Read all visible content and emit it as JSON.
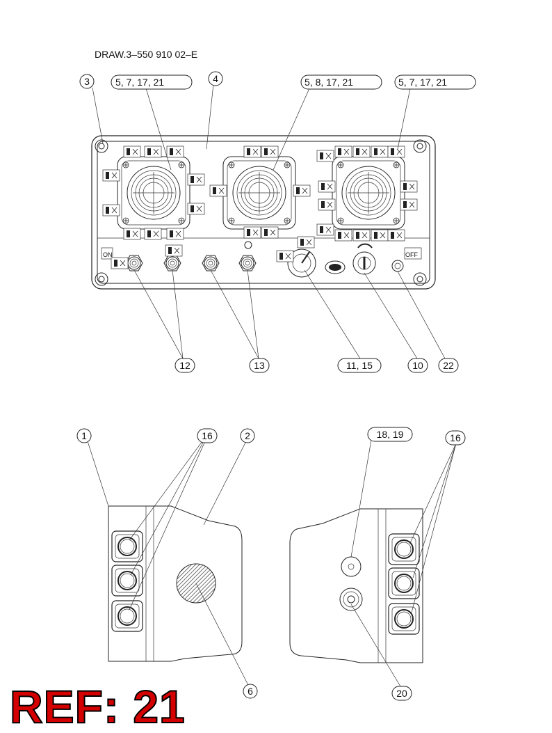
{
  "drawing": {
    "title": "DRAW.3–550 910 02–E",
    "reference": "REF: 21",
    "callouts": {
      "c3": "3",
      "c5a": "5, 7, 17, 21",
      "c4": "4",
      "c5b": "5, 8, 17, 21",
      "c5c": "5, 7, 17, 21",
      "c12": "12",
      "c13": "13",
      "c11": "11, 15",
      "c10": "10",
      "c22": "22",
      "c1": "1",
      "c16a": "16",
      "c2": "2",
      "c18": "18, 19",
      "c16b": "16",
      "c6": "6",
      "c20": "20"
    },
    "panel_markings": {
      "on": "ON",
      "off": "OFF"
    }
  }
}
